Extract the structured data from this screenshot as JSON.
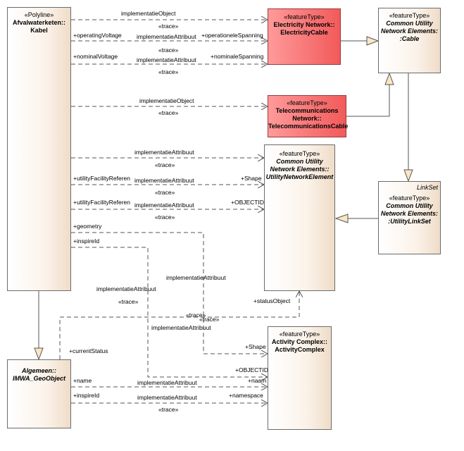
{
  "classes": {
    "kabel": {
      "stereotype": "«Polyline»",
      "name_line1": "Afvalwaterketen::",
      "name_line2": "Kabel"
    },
    "electricity_cable": {
      "stereotype": "«featureType»",
      "name_line1": "Electricity Network::",
      "name_line2": "ElectricityCable"
    },
    "cable": {
      "stereotype": "«featureType»",
      "name_line1": "Common Utility",
      "name_line2": "Network Elements:",
      "name_line3": ":Cable"
    },
    "telecom_cable": {
      "stereotype": "«featureType»",
      "name_line1": "Telecommunications",
      "name_line2": "Network::",
      "name_line3": "TelecommunicationsCable"
    },
    "utility_network_element": {
      "stereotype": "«featureType»",
      "name_line1": "Common Utility",
      "name_line2": "Network Elements::",
      "name_line3": "UtilityNetworkElement"
    },
    "utility_link_set": {
      "tag": "LinkSet",
      "stereotype": "«featureType»",
      "name_line1": "Common Utility",
      "name_line2": "Network Elements:",
      "name_line3": ":UtilityLinkSet"
    },
    "activity_complex": {
      "stereotype": "«featureType»",
      "name_line1": "Activity Complex::",
      "name_line2": "ActivityComplex"
    },
    "geo_object": {
      "name_line1": "Algemeen::",
      "name_line2": "IMWA_GeoObject"
    }
  },
  "labels": {
    "impl_object_1": "implementatieObject",
    "trace_1": "«trace»",
    "operating_voltage": "+operatingVoltage",
    "impl_attr_1": "implementatieAttribuut",
    "operationele_spanning": "+operationeleSpanning",
    "trace_2": "«trace»",
    "nominal_voltage": "+nominalVoltage",
    "impl_attr_2": "implementatieAttribuut",
    "nominale_spanning": "+nominaleSpanning",
    "trace_3": "«trace»",
    "impl_object_2": "implementatieObject",
    "trace_4": "«trace»",
    "impl_attr_3": "implementatieAttribuut",
    "trace_5": "«trace»",
    "utility_facility_ref_1": "+utilityFacilityReferen",
    "impl_attr_4": "implementatieAttribuut",
    "shape_1": "+Shape",
    "trace_6": "«trace»",
    "utility_facility_ref_2": "+utilityFacilityReferen",
    "impl_attr_5": "implementatieAttribuut",
    "objectid_1": "+OBJECTID",
    "trace_7": "«trace»",
    "geometry": "+geometry",
    "inspire_id_1": "+inspireId",
    "impl_attr_6": "implementatieAttribuut",
    "impl_attr_7": "implementatieAttribuut",
    "trace_8": "«trace»",
    "status_object": "+statusObject",
    "trace_9": "«trace»",
    "trace_10": "«trace»",
    "impl_attr_8": "implementatieAttribuut",
    "current_status": "+currentStatus",
    "shape_2": "+Shape",
    "objectid_2": "+OBJECTID",
    "name": "+name",
    "naam": "+naam",
    "impl_attr_9": "implementatieAttribuut",
    "inspire_id_2": "+inspireId",
    "impl_attr_10": "implementatieAttribuut",
    "namespace": "+namespace",
    "trace_11": "«trace»"
  }
}
